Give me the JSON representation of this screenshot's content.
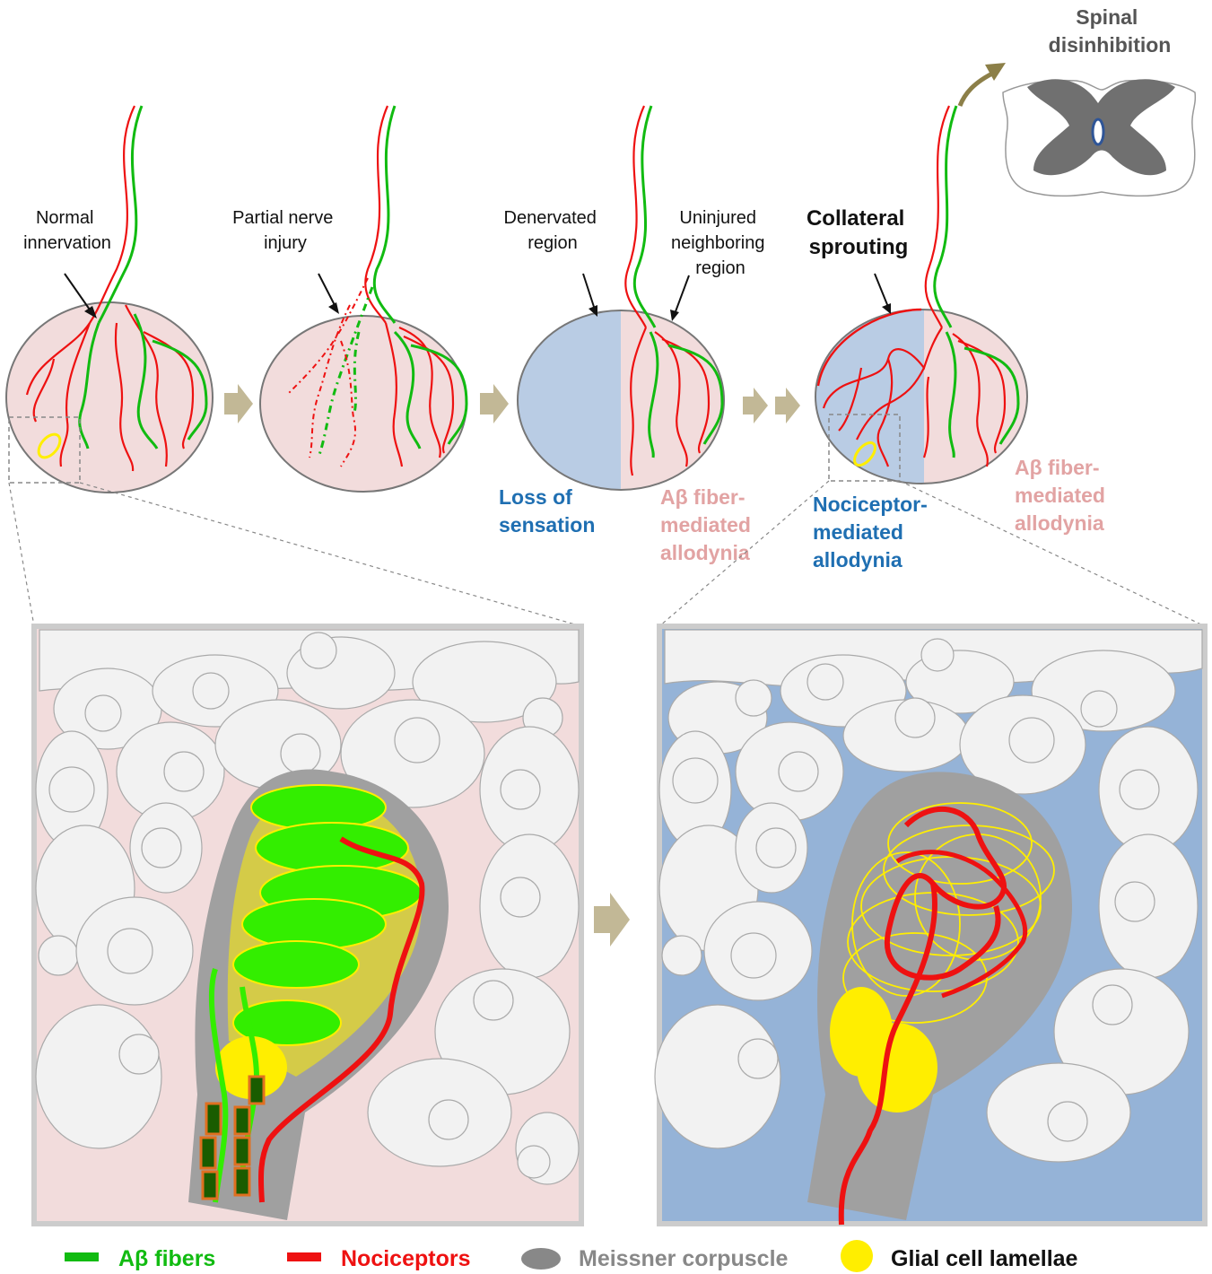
{
  "labels": {
    "normal_innervation": [
      "Normal",
      "innervation"
    ],
    "partial_nerve_injury": [
      "Partial nerve",
      "injury"
    ],
    "denervated_region": [
      "Denervated",
      "region"
    ],
    "uninjured_region": [
      "Uninjured",
      "neighboring",
      "region"
    ],
    "collateral_sprouting": [
      "Collateral",
      "sprouting"
    ],
    "spinal_disinhibition": [
      "Spinal",
      "disinhibition"
    ]
  },
  "outcomes": {
    "loss_of_sensation": [
      "Loss of",
      "sensation"
    ],
    "abeta_allodynia_1": [
      "Aβ fiber-",
      "mediated",
      "allodynia"
    ],
    "nociceptor_allodynia": [
      "Nociceptor-",
      "mediated",
      "allodynia"
    ],
    "abeta_allodynia_2": [
      "Aβ fiber-",
      "mediated",
      "allodynia"
    ]
  },
  "legend": [
    {
      "label": "Aβ fibers",
      "color": "#11bb11",
      "icon": "green-line"
    },
    {
      "label": "Nociceptors",
      "color": "#ee1111",
      "icon": "red-line"
    },
    {
      "label": "Meissner corpuscle",
      "color": "#888888",
      "icon": "grey-ellipse"
    },
    {
      "label": "Glial cell lamellae",
      "color": "#ffee00",
      "icon": "yellow-circle"
    }
  ],
  "colors": {
    "skin_normal": "#f2dcdc",
    "skin_denervated": "#b9cce4",
    "dermis_denervated": "#95b3d7",
    "corpuscle": "#a0a0a0",
    "step_arrow": "#c2b896",
    "spinal_arrow": "#8c7f48"
  }
}
